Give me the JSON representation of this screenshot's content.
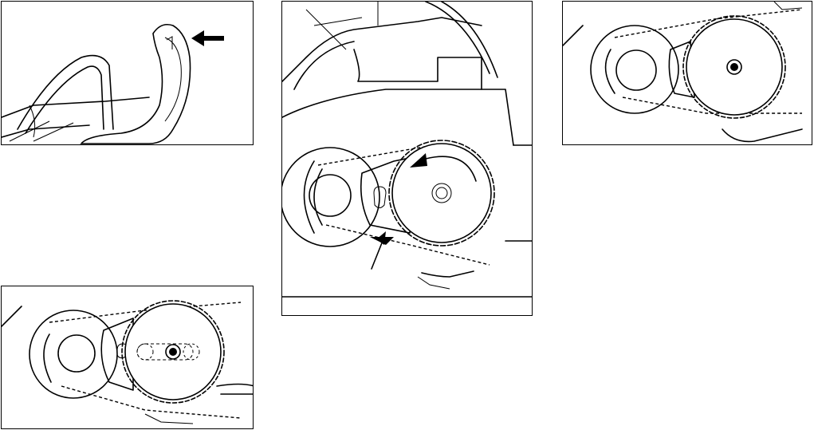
{
  "figure": {
    "panels": [
      {
        "id": "a",
        "subject": "bar-handle-end",
        "arrow": "left"
      },
      {
        "id": "b",
        "subject": "sprocket-with-chain",
        "arrow": "rotate-counterclockwise"
      },
      {
        "id": "c",
        "subject": "sprocket-centered",
        "arrow": "none"
      },
      {
        "id": "d",
        "subject": "sprocket-sliding-on-slot",
        "arrow": "none"
      }
    ],
    "colors": {
      "line": "#000000",
      "background": "#ffffff"
    }
  }
}
